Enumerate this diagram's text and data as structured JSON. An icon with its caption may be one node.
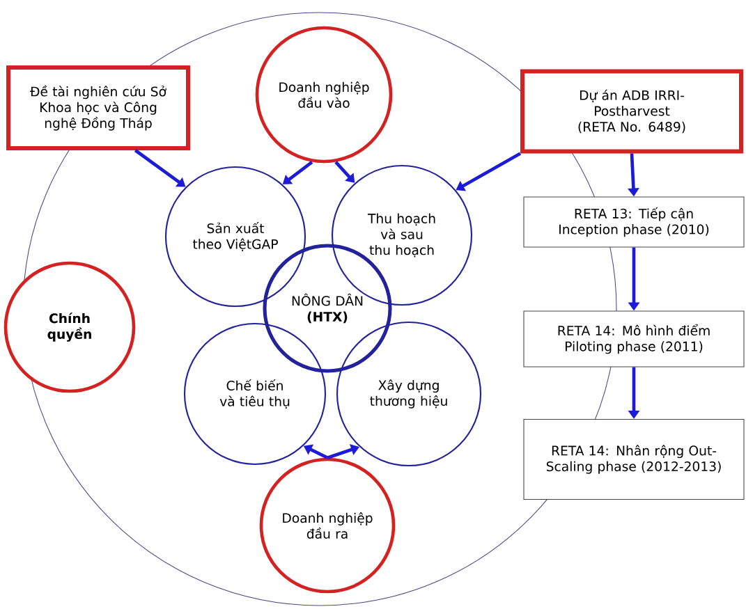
{
  "diagram": {
    "nodes": [
      {
        "text": [],
        "shape": "circle"
      },
      {
        "text": [
          "Đề tài nghiên cứu Sở Khoa học và Công nghệ Đồng Tháp"
        ]
      },
      {
        "text": [
          "Doanh nghiệp đầu vào"
        ],
        "in": 0
      },
      {
        "text": [
          "Dự án ADB IRRI- Postharvest (RETA No. 6489)"
        ]
      },
      {
        "text": [
          "Sản xuất theo ViệtGAP"
        ],
        "in": 0
      },
      {
        "text": [
          "Thu hoạch và sau thu hoạch"
        ],
        "in": 0
      },
      {
        "text": [
          "NÔNG DÂN **(HTX)**"
        ],
        "in": 0
      },
      {
        "text": [
          "**Chính quyền**"
        ]
      },
      {
        "text": [
          "Chế biến và tiêu thụ"
        ],
        "in": 0
      },
      {
        "text": [
          "Xây dựng thương hiệu"
        ],
        "in": 0
      },
      {
        "text": [
          "Doanh nghiệp đầu ra"
        ],
        "in": 0
      },
      {
        "text": [
          "RETA 13: Tiếp cận Inception phase (2010)"
        ]
      },
      {
        "text": [
          "RETA 14: Mô hình điểm Piloting phase (2011)"
        ]
      },
      {
        "text": [
          "RETA 14: Nhân rộng Out-Scaling phase (2012-2013)"
        ]
      }
    ],
    "edges": [
      {
        "from": 1,
        "to": 4,
        "arrow": "to"
      },
      {
        "from": 2,
        "to": 4,
        "arrow": "to"
      },
      {
        "from": 2,
        "to": 5,
        "arrow": "to"
      },
      {
        "from": 3,
        "to": 5,
        "arrow": "to"
      },
      {
        "from": 3,
        "to": 11,
        "arrow": "to"
      },
      {
        "from": 11,
        "to": 12,
        "arrow": "to"
      },
      {
        "from": 12,
        "to": 13,
        "arrow": "to"
      },
      {
        "from": 10,
        "to": 8,
        "arrow": "to"
      },
      {
        "from": 10,
        "to": 9,
        "arrow": "to"
      }
    ]
  }
}
